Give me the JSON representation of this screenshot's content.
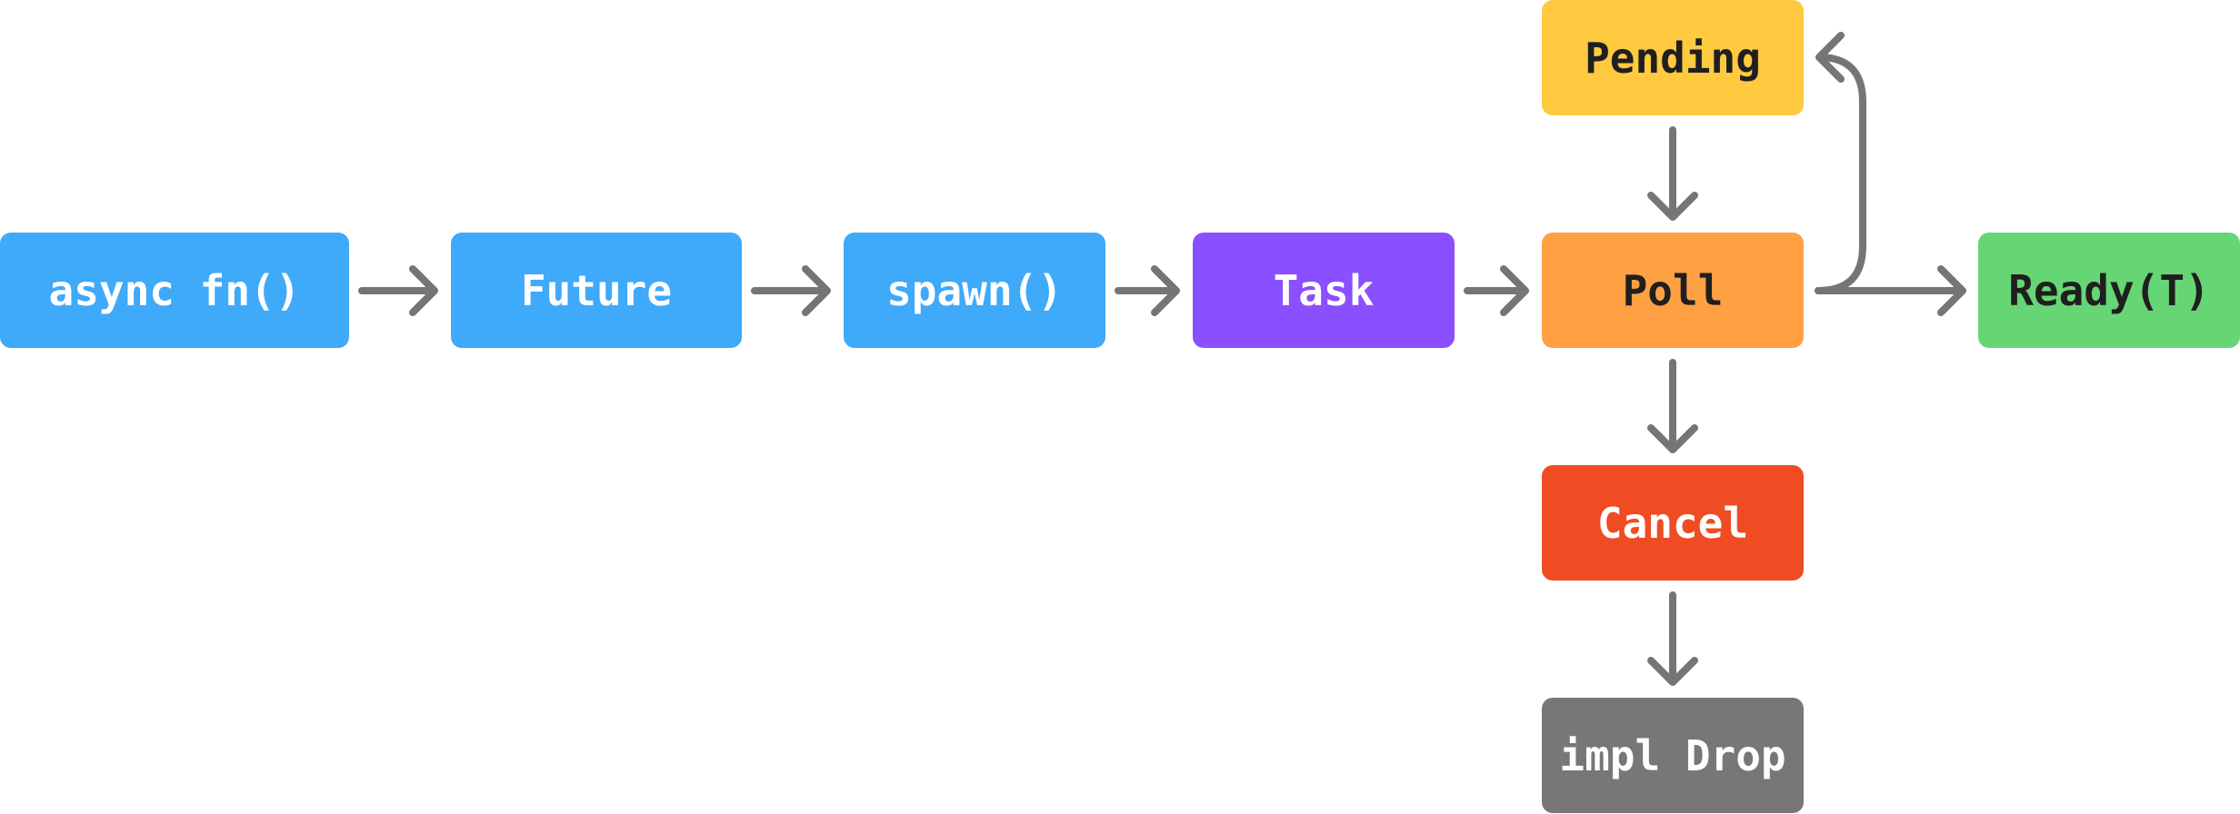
{
  "theme": {
    "background": "#ffffff",
    "edge_color": "#757575"
  },
  "nodes": [
    {
      "id": "async-fn",
      "label": "async fn()",
      "fill": "#3FA9FA",
      "text_color": "#ffffff"
    },
    {
      "id": "future",
      "label": "Future",
      "fill": "#3FA9FA",
      "text_color": "#ffffff"
    },
    {
      "id": "spawn",
      "label": "spawn()",
      "fill": "#3FA9FA",
      "text_color": "#ffffff"
    },
    {
      "id": "task",
      "label": "Task",
      "fill": "#8A4FFF",
      "text_color": "#ffffff"
    },
    {
      "id": "pending",
      "label": "Pending",
      "fill": "#FFC940",
      "text_color": "#1f1f1f"
    },
    {
      "id": "poll",
      "label": "Poll",
      "fill": "#FFA043",
      "text_color": "#1f1f1f"
    },
    {
      "id": "ready",
      "label": "Ready(T)",
      "fill": "#66D675",
      "text_color": "#1f1f1f"
    },
    {
      "id": "cancel",
      "label": "Cancel",
      "fill": "#F04C23",
      "text_color": "#ffffff"
    },
    {
      "id": "impl-drop",
      "label": "impl Drop",
      "fill": "#777777",
      "text_color": "#ffffff"
    }
  ],
  "edges": [
    {
      "from": "async-fn",
      "to": "future"
    },
    {
      "from": "future",
      "to": "spawn"
    },
    {
      "from": "spawn",
      "to": "task"
    },
    {
      "from": "task",
      "to": "poll"
    },
    {
      "from": "pending",
      "to": "poll"
    },
    {
      "from": "poll",
      "to": "ready"
    },
    {
      "from": "poll",
      "to": "pending"
    },
    {
      "from": "poll",
      "to": "cancel"
    },
    {
      "from": "cancel",
      "to": "impl-drop"
    }
  ]
}
